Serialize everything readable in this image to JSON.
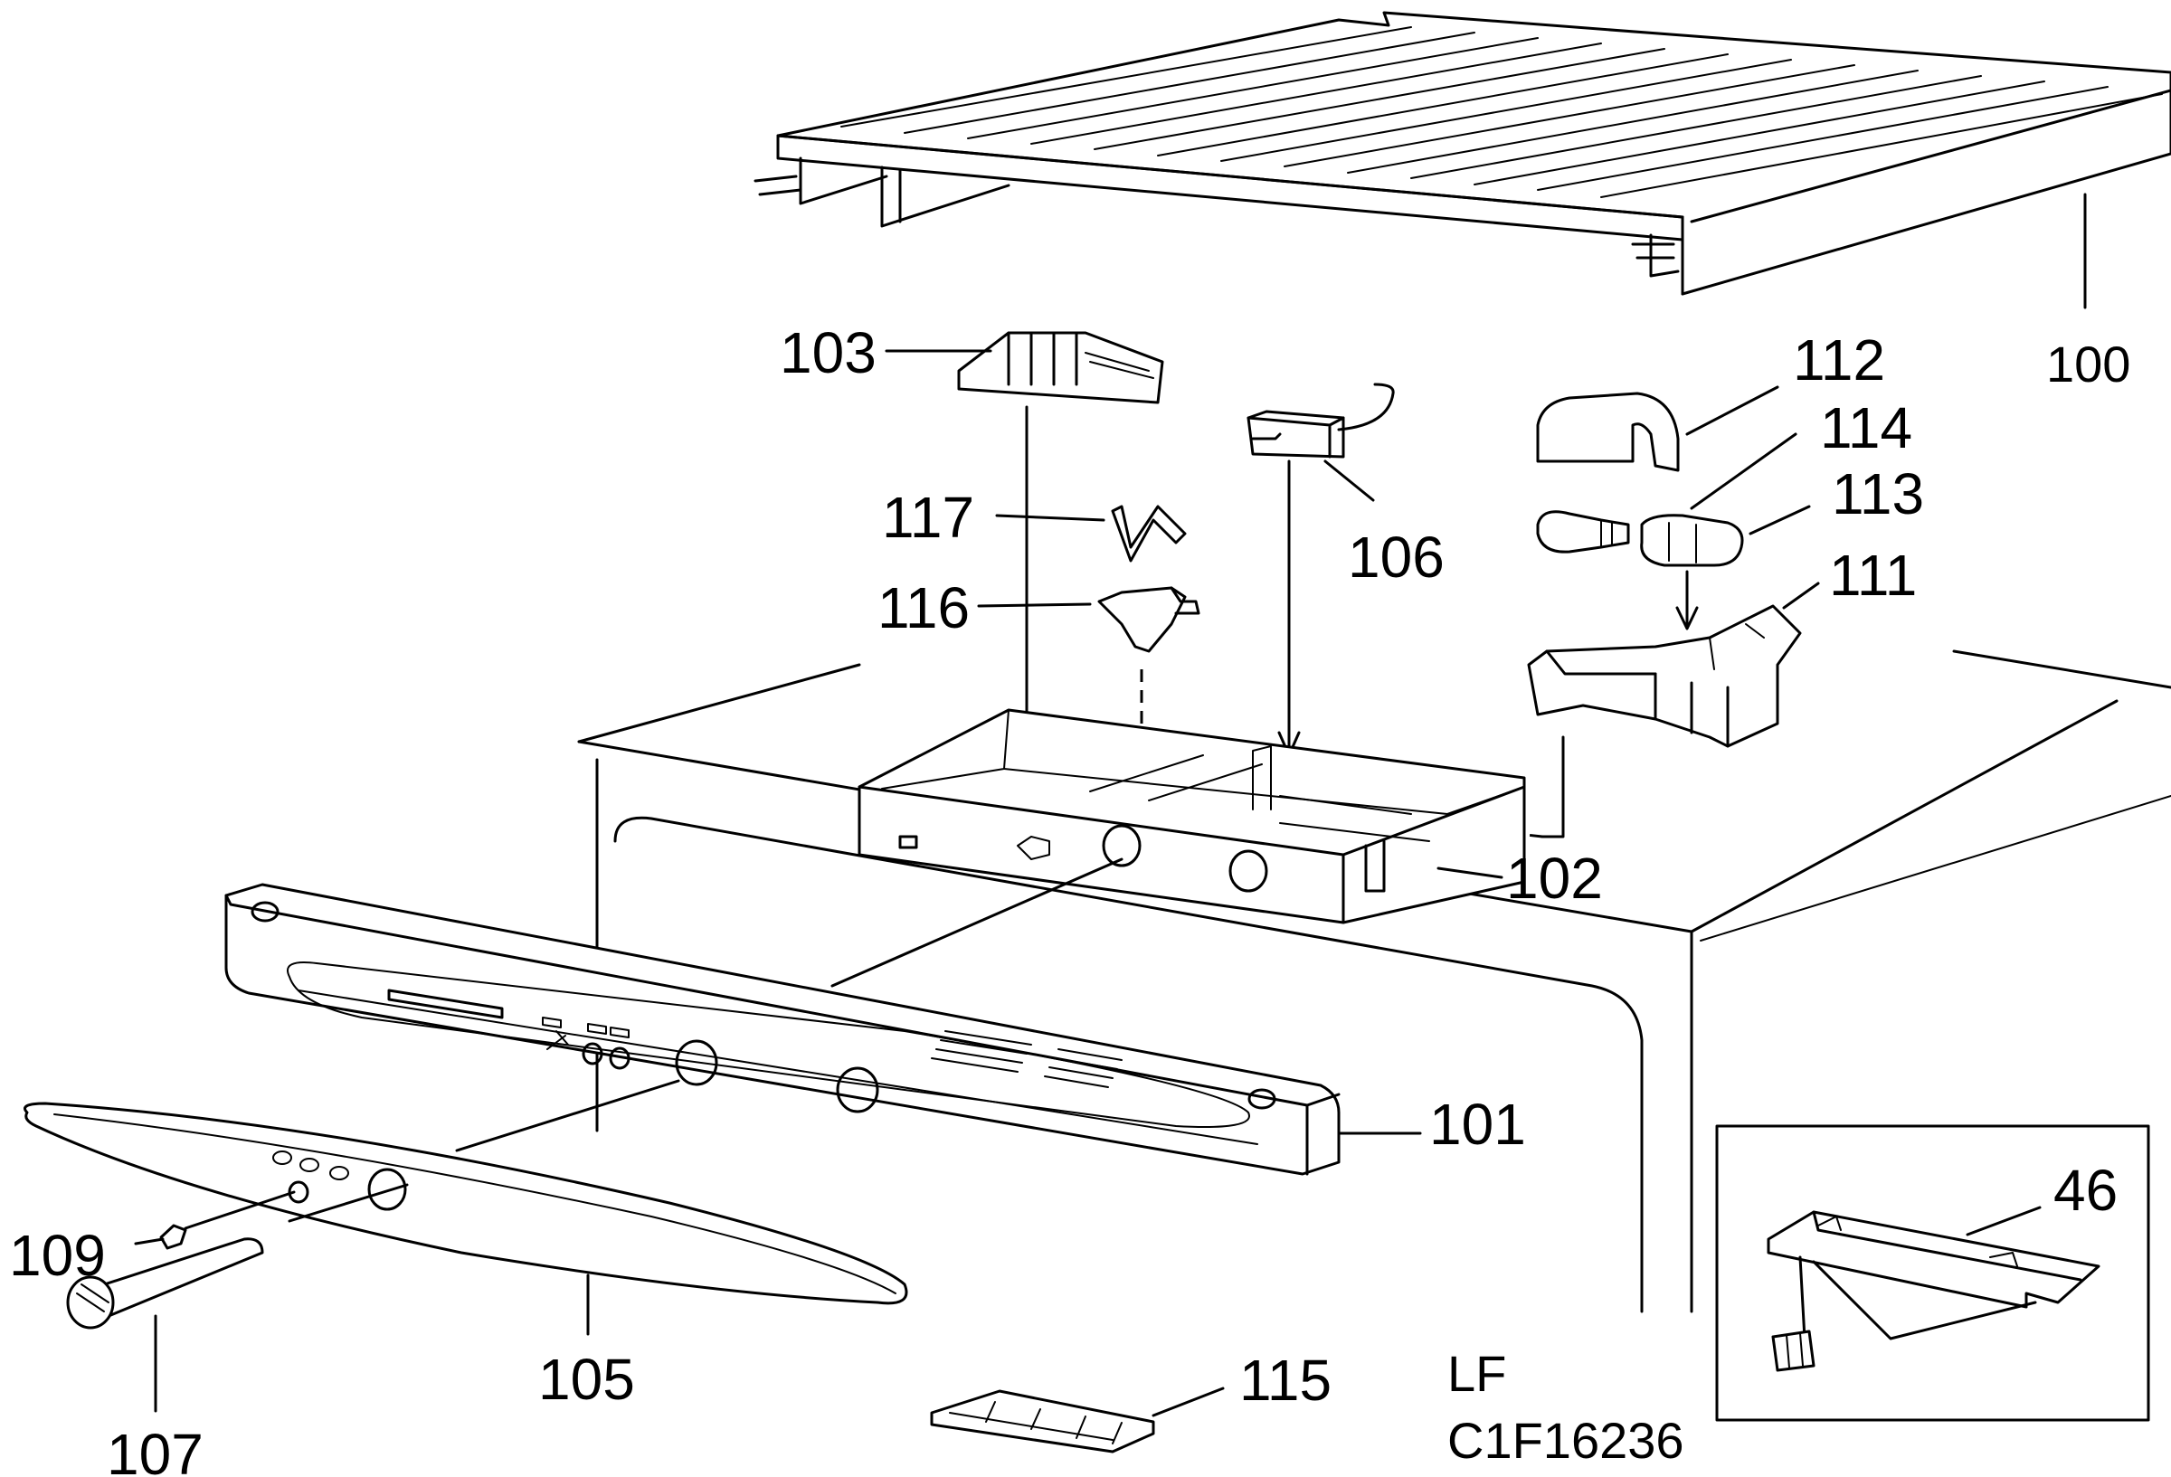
{
  "labels": {
    "p100": "100",
    "p103": "103",
    "p112": "112",
    "p114": "114",
    "p113": "113",
    "p117": "117",
    "p106": "106",
    "p116": "116",
    "p111": "111",
    "p102": "102",
    "p101": "101",
    "p46": "46",
    "p109": "109",
    "p105": "105",
    "p107": "107",
    "p115": "115"
  },
  "footer": {
    "variant": "LF",
    "drawing_code": "C1F16236"
  }
}
